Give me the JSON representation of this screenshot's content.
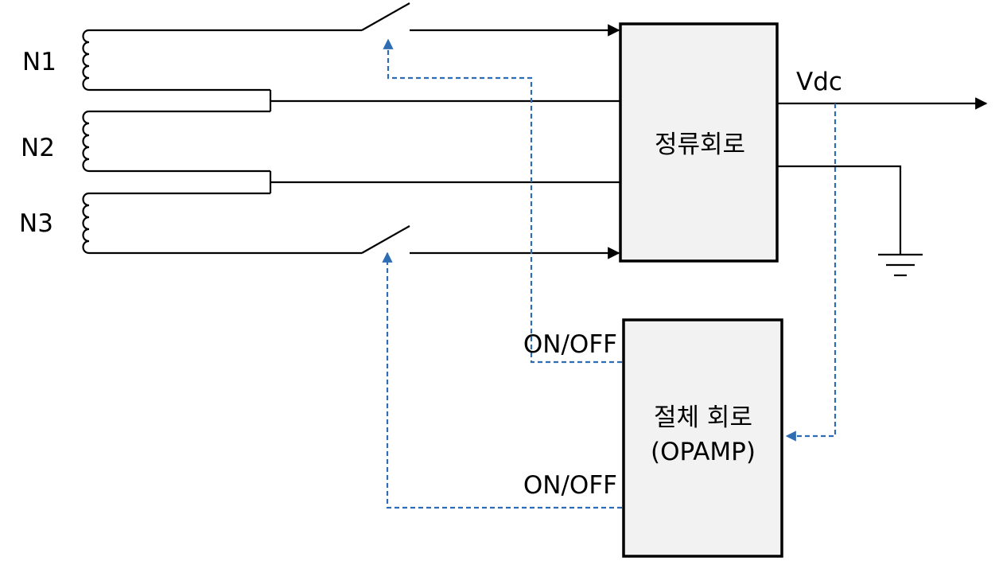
{
  "windings": [
    {
      "label": "N1"
    },
    {
      "label": "N2"
    },
    {
      "label": "N3"
    }
  ],
  "blocks": {
    "rectifier": {
      "label": "정류회로"
    },
    "cutoff": {
      "label_line1": "절체 회로",
      "label_line2": "(OPAMP)"
    }
  },
  "output": {
    "label": "Vdc"
  },
  "switch_control": {
    "top_label": "ON/OFF",
    "bottom_label": "ON/OFF"
  },
  "colors": {
    "wire": "#000000",
    "control_signal": "#2e6db4",
    "block_fill": "#f2f2f2"
  }
}
